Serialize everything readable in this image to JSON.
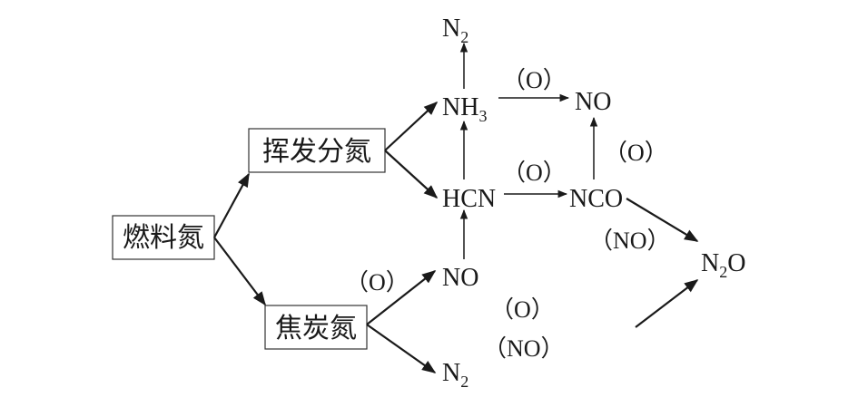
{
  "nodes": {
    "fuel_n": "燃料氮",
    "volatile_n": "挥发分氮",
    "char_n": "焦炭氮",
    "n2_top": "N",
    "n2_top_sub": "2",
    "nh3": "NH",
    "nh3_sub": "3",
    "hcn": "HCN",
    "no_top": "NO",
    "nco": "NCO",
    "no_mid": "NO",
    "n2o": "N",
    "n2o_sub": "2",
    "n2o_tail": "O",
    "n2_bottom": "N",
    "n2_bottom_sub": "2"
  },
  "labels": {
    "o_nh3_no": "（O）",
    "o_hcn_nco": "（O）",
    "o_nco_no": "（O）",
    "no_nco_n2o": "（NO）",
    "o_char_no": "（O）",
    "o_char_n2o": "（O）",
    "no_char_n2o": "（NO）"
  }
}
